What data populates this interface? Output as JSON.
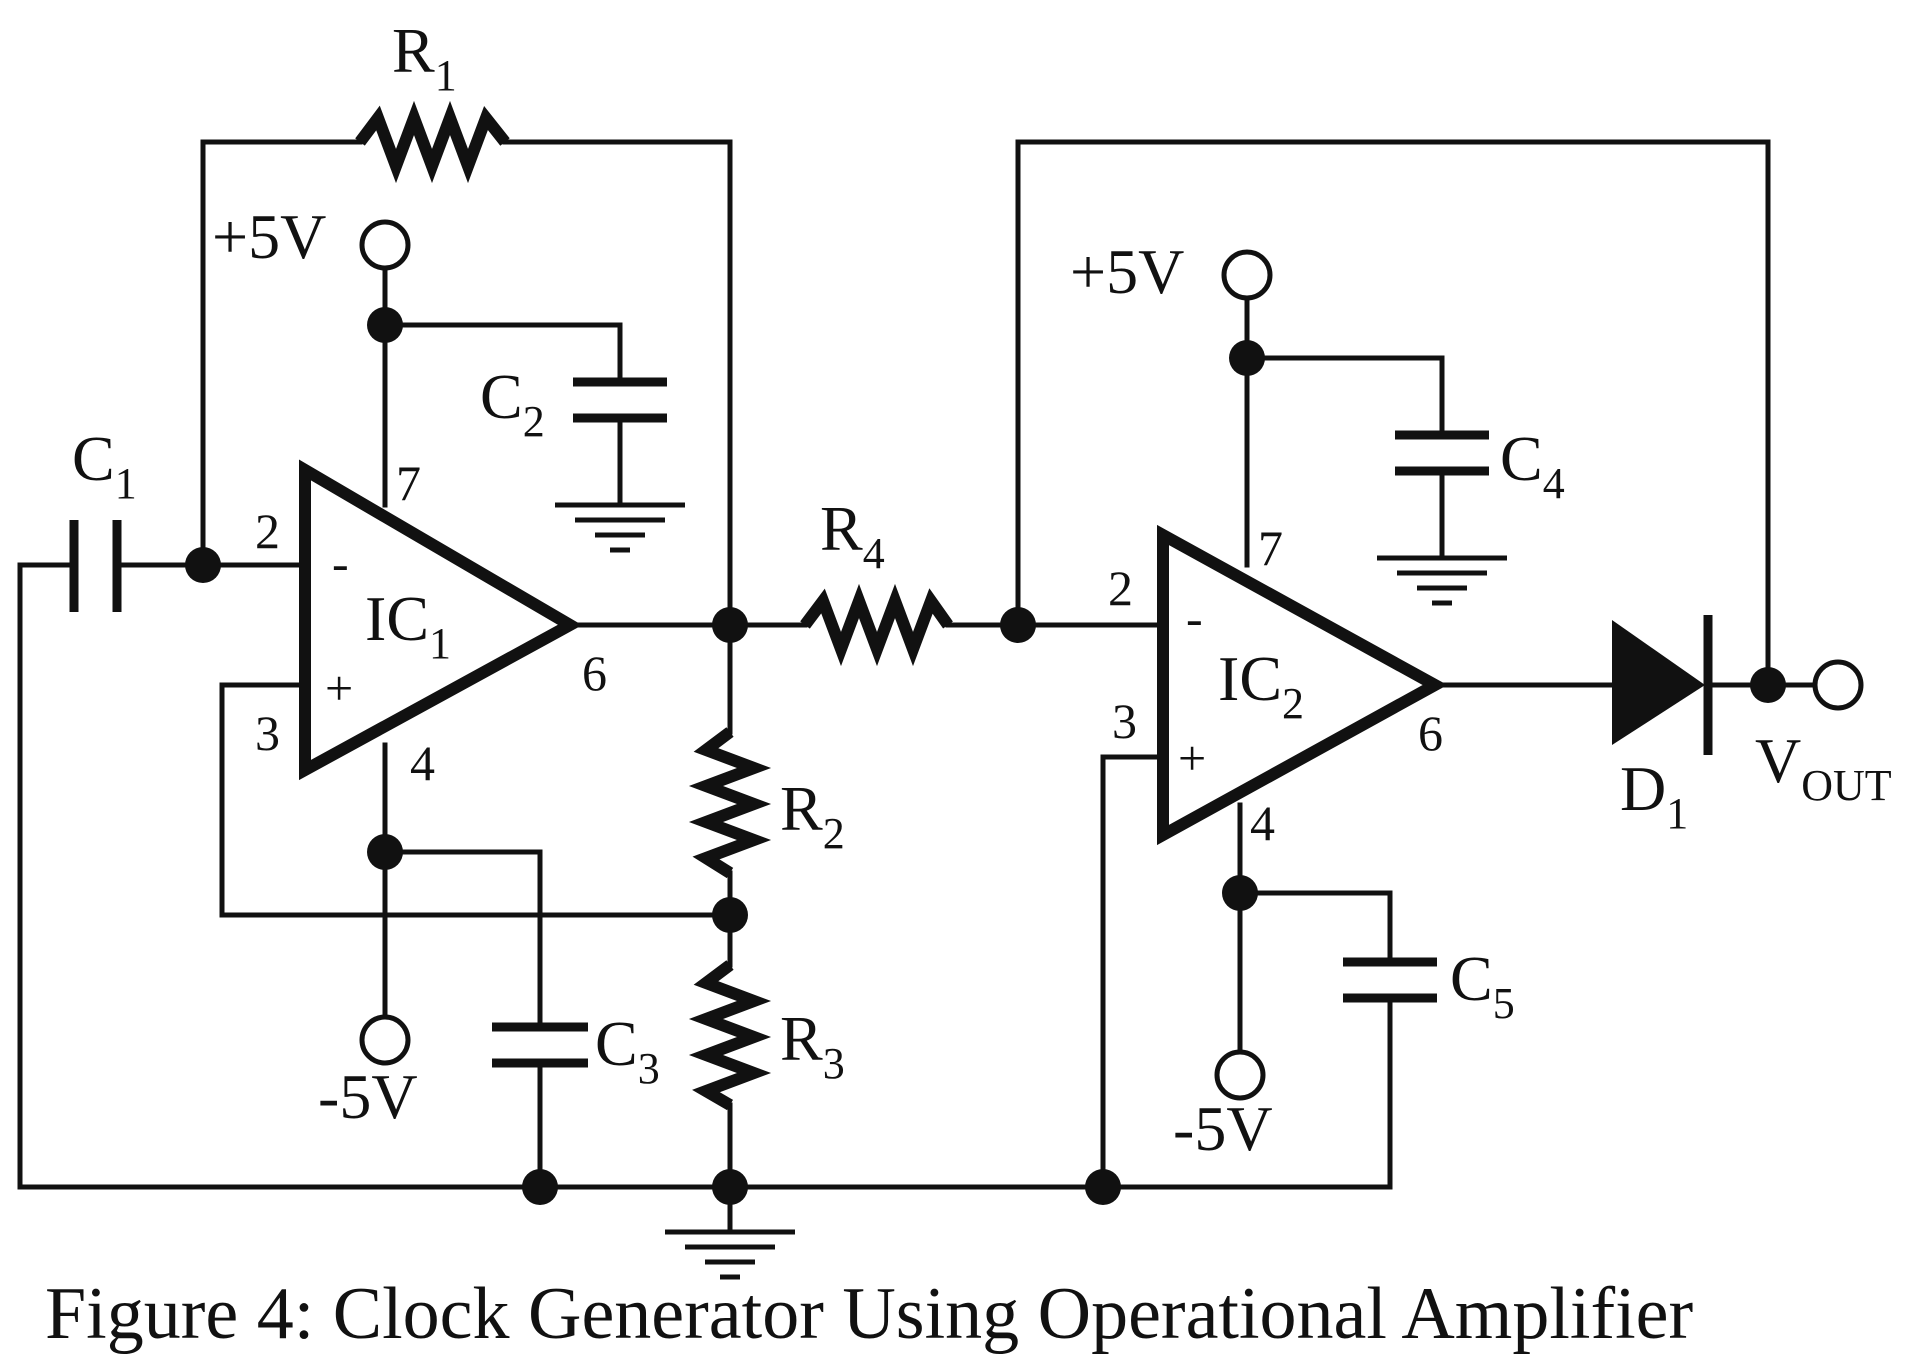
{
  "caption": "Figure 4: Clock Generator Using Operational Amplifier",
  "components": {
    "R1": {
      "letter": "R",
      "sub": "1"
    },
    "R2": {
      "letter": "R",
      "sub": "2"
    },
    "R3": {
      "letter": "R",
      "sub": "3"
    },
    "R4": {
      "letter": "R",
      "sub": "4"
    },
    "C1": {
      "letter": "C",
      "sub": "1"
    },
    "C2": {
      "letter": "C",
      "sub": "2"
    },
    "C3": {
      "letter": "C",
      "sub": "3"
    },
    "C4": {
      "letter": "C",
      "sub": "4"
    },
    "C5": {
      "letter": "C",
      "sub": "5"
    },
    "D1": {
      "letter": "D",
      "sub": "1"
    },
    "IC1": {
      "letter": "IC",
      "sub": "1"
    },
    "IC2": {
      "letter": "IC",
      "sub": "2"
    },
    "VOUT": {
      "letter": "V",
      "sub": "OUT"
    }
  },
  "supplies": {
    "ic1_pos": "+5V",
    "ic1_neg": "-5V",
    "ic2_pos": "+5V",
    "ic2_neg": "-5V"
  },
  "pins": {
    "ic1_inv": "2",
    "ic1_noninv": "3",
    "ic1_vneg": "4",
    "ic1_out": "6",
    "ic1_vpos": "7",
    "ic2_inv": "2",
    "ic2_noninv": "3",
    "ic2_vneg": "4",
    "ic2_out": "6",
    "ic2_vpos": "7"
  },
  "signs": {
    "minus": "-",
    "plus": "+"
  }
}
